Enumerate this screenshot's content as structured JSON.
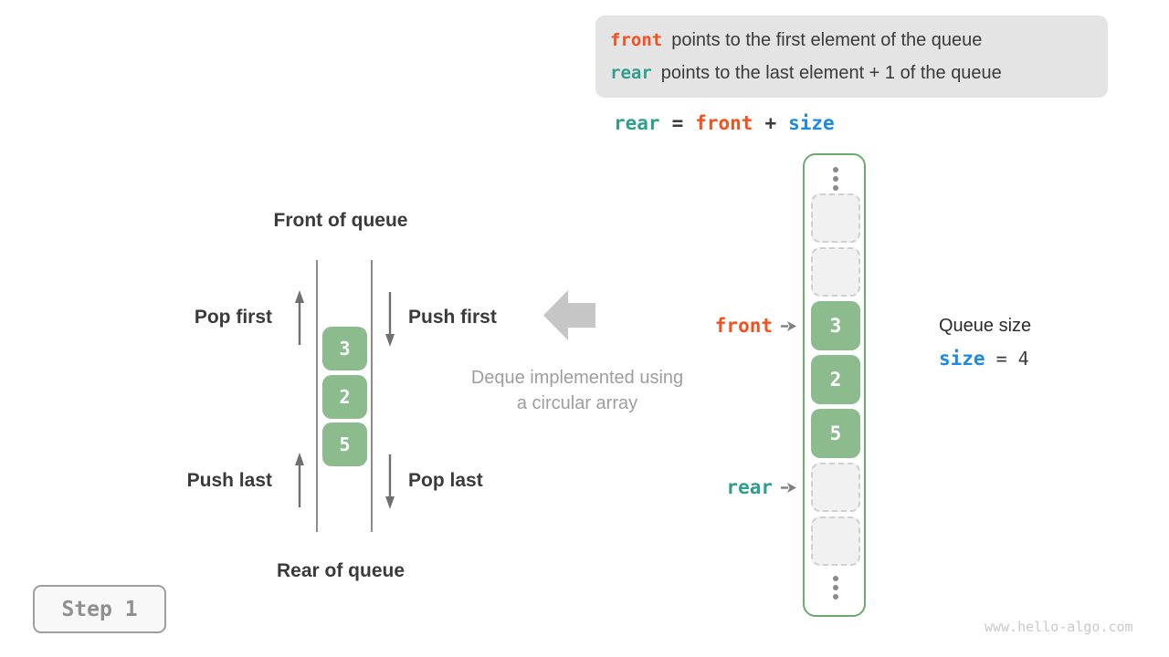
{
  "colors": {
    "front_orange": "#f4511e",
    "rear_teal": "#2f9e8f",
    "size_blue": "#1e88e5",
    "cell_green": "#8cbb8e",
    "array_border_green": "#6cab6e",
    "text_dark": "#3a3a3a",
    "caption_gray": "#9e9e9e",
    "block_arrow_gray": "#c6c6c6",
    "info_box_bg": "#e4e4e4"
  },
  "icons": {
    "pointer_arrow": "right-arrowhead",
    "vertical_ellipsis": "three-vertical-dots",
    "big_left_arrow": "left-block-arrow",
    "up_arrow": "thin-up-arrow",
    "down_arrow": "thin-down-arrow"
  },
  "info_box": {
    "lines": [
      {
        "code": "front",
        "text": "points to the first element of the queue"
      },
      {
        "code": "rear",
        "text": "points to the last element + 1 of the queue"
      }
    ]
  },
  "formula": {
    "rear": "rear",
    "eq": "=",
    "front": "front",
    "plus": "+",
    "size": "size"
  },
  "deque": {
    "front_label": "Front of queue",
    "rear_label": "Rear of queue",
    "pop_first": "Pop first",
    "push_first": "Push first",
    "push_last": "Push last",
    "pop_last": "Pop last",
    "elements": [
      "3",
      "2",
      "5"
    ]
  },
  "caption": {
    "line1": "Deque implemented using",
    "line2": "a circular array"
  },
  "array": {
    "values": [
      "3",
      "2",
      "5"
    ],
    "front_pointer_label": "front",
    "rear_pointer_label": "rear"
  },
  "queue_size": {
    "label": "Queue size",
    "var": "size",
    "eq": "=",
    "value": "4"
  },
  "step": {
    "label": "Step 1"
  },
  "watermark": "www.hello-algo.com"
}
